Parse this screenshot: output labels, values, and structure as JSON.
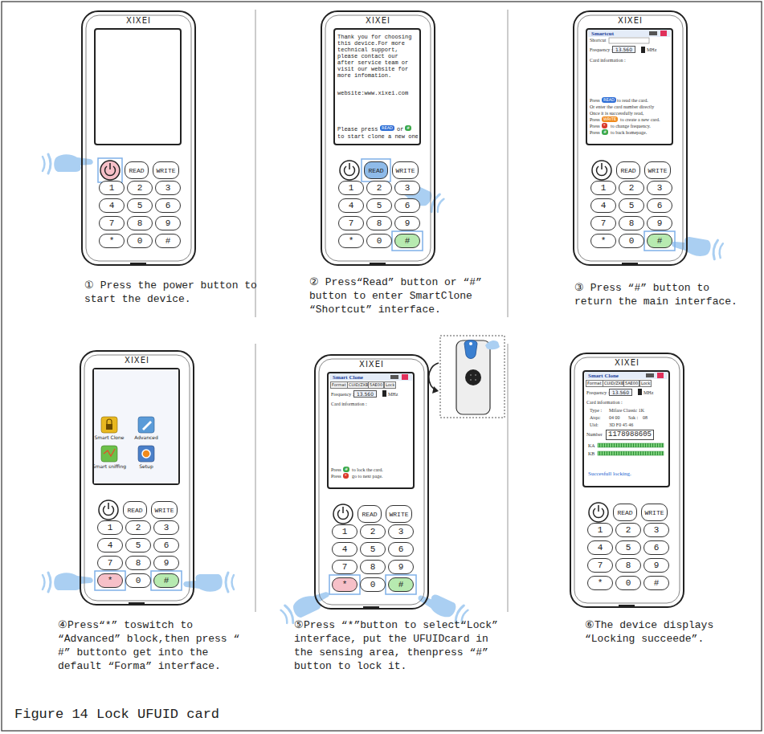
{
  "diagram": {
    "caption": "Figure 14 Lock UFUID card",
    "nodes": [
      {
        "text": [
          "XIXEI"
        ]
      },
      {
        "text": [
          "READ"
        ],
        "in": 0
      },
      {
        "text": [
          "WRITE"
        ],
        "in": 0
      },
      {
        "text": [
          "1"
        ],
        "in": 0
      },
      {
        "text": [
          "2"
        ],
        "in": 0
      },
      {
        "text": [
          "3"
        ],
        "in": 0
      },
      {
        "text": [
          "4"
        ],
        "in": 0
      },
      {
        "text": [
          "5"
        ],
        "in": 0
      },
      {
        "text": [
          "6"
        ],
        "in": 0
      },
      {
        "text": [
          "7"
        ],
        "in": 0
      },
      {
        "text": [
          "8"
        ],
        "in": 0
      },
      {
        "text": [
          "9"
        ],
        "in": 0
      },
      {
        "text": [
          "*"
        ],
        "in": 0
      },
      {
        "text": [
          "0"
        ],
        "in": 0
      },
      {
        "text": [
          "#"
        ],
        "in": 0
      },
      {
        "text": [
          "XIXEI"
        ]
      },
      {
        "text": [
          "READ"
        ],
        "in": 15
      },
      {
        "text": [
          "WRITE"
        ],
        "in": 15
      },
      {
        "text": [
          "1"
        ],
        "in": 15
      },
      {
        "text": [
          "2"
        ],
        "in": 15
      },
      {
        "text": [
          "3"
        ],
        "in": 15
      },
      {
        "text": [
          "4"
        ],
        "in": 15
      },
      {
        "text": [
          "5"
        ],
        "in": 15
      },
      {
        "text": [
          "6"
        ],
        "in": 15
      },
      {
        "text": [
          "7"
        ],
        "in": 15
      },
      {
        "text": [
          "8"
        ],
        "in": 15
      },
      {
        "text": [
          "9"
        ],
        "in": 15
      },
      {
        "text": [
          "*"
        ],
        "in": 15
      },
      {
        "text": [
          "0"
        ],
        "in": 15
      },
      {
        "text": [
          "#"
        ],
        "in": 15
      },
      {
        "text": [
          "XIXEI"
        ]
      },
      {
        "text": [
          "READ"
        ],
        "in": 30
      },
      {
        "text": [
          "WRITE"
        ],
        "in": 30
      },
      {
        "text": [
          "1"
        ],
        "in": 30
      },
      {
        "text": [
          "2"
        ],
        "in": 30
      },
      {
        "text": [
          "3"
        ],
        "in": 30
      },
      {
        "text": [
          "4"
        ],
        "in": 30
      },
      {
        "text": [
          "5"
        ],
        "in": 30
      },
      {
        "text": [
          "6"
        ],
        "in": 30
      },
      {
        "text": [
          "7"
        ],
        "in": 30
      },
      {
        "text": [
          "8"
        ],
        "in": 30
      },
      {
        "text": [
          "9"
        ],
        "in": 30
      },
      {
        "text": [
          "*"
        ],
        "in": 30
      },
      {
        "text": [
          "0"
        ],
        "in": 30
      },
      {
        "text": [
          "#"
        ],
        "in": 30
      },
      {
        "text": [
          "XIXEI"
        ]
      },
      {
        "text": [
          "READ"
        ],
        "in": 45
      },
      {
        "text": [
          "WRITE"
        ],
        "in": 45
      },
      {
        "text": [
          "1"
        ],
        "in": 45
      },
      {
        "text": [
          "2"
        ],
        "in": 45
      },
      {
        "text": [
          "3"
        ],
        "in": 45
      },
      {
        "text": [
          "4"
        ],
        "in": 45
      },
      {
        "text": [
          "5"
        ],
        "in": 45
      },
      {
        "text": [
          "6"
        ],
        "in": 45
      },
      {
        "text": [
          "7"
        ],
        "in": 45
      },
      {
        "text": [
          "8"
        ],
        "in": 45
      },
      {
        "text": [
          "9"
        ],
        "in": 45
      },
      {
        "text": [
          "*"
        ],
        "in": 45
      },
      {
        "text": [
          "0"
        ],
        "in": 45
      },
      {
        "text": [
          "#"
        ],
        "in": 45
      },
      {
        "text": [
          "XIXEI"
        ]
      },
      {
        "text": [
          "READ"
        ],
        "in": 60
      },
      {
        "text": [
          "WRITE"
        ],
        "in": 60
      },
      {
        "text": [
          "1"
        ],
        "in": 60
      },
      {
        "text": [
          "2"
        ],
        "in": 60
      },
      {
        "text": [
          "3"
        ],
        "in": 60
      },
      {
        "text": [
          "4"
        ],
        "in": 60
      },
      {
        "text": [
          "5"
        ],
        "in": 60
      },
      {
        "text": [
          "6"
        ],
        "in": 60
      },
      {
        "text": [
          "7"
        ],
        "in": 60
      },
      {
        "text": [
          "8"
        ],
        "in": 60
      },
      {
        "text": [
          "9"
        ],
        "in": 60
      },
      {
        "text": [
          "*"
        ],
        "in": 60
      },
      {
        "text": [
          "0"
        ],
        "in": 60
      },
      {
        "text": [
          "#"
        ],
        "in": 60
      },
      {
        "text": [
          "XIXEI"
        ]
      },
      {
        "text": [
          "READ"
        ],
        "in": 75
      },
      {
        "text": [
          "WRITE"
        ],
        "in": 75
      },
      {
        "text": [
          "1"
        ],
        "in": 75
      },
      {
        "text": [
          "2"
        ],
        "in": 75
      },
      {
        "text": [
          "3"
        ],
        "in": 75
      },
      {
        "text": [
          "4"
        ],
        "in": 75
      },
      {
        "text": [
          "5"
        ],
        "in": 75
      },
      {
        "text": [
          "6"
        ],
        "in": 75
      },
      {
        "text": [
          "7"
        ],
        "in": 75
      },
      {
        "text": [
          "8"
        ],
        "in": 75
      },
      {
        "text": [
          "9"
        ],
        "in": 75
      },
      {
        "text": [
          "*"
        ],
        "in": 75
      },
      {
        "text": [
          "0"
        ],
        "in": 75
      },
      {
        "text": [
          "#"
        ],
        "in": 75
      }
    ],
    "labels": [
      "① Press the power button to start the device.",
      "Thank you for choosing this device.For more technical support, please contact our after service team or visit our website for more infomation.",
      "website:www.xixei.com",
      "Please press",
      "READ",
      "or",
      "#",
      "to start clone a new one",
      "② Press“Read” button or “#” button to enter SmartClone “Shortcut” interface.",
      "Smartcut",
      "Shortcut",
      "Frequency :",
      "13.560",
      "MHz",
      "Card information :",
      "Press",
      "READ",
      "to read the card.",
      "Or enter the card number directly",
      "Once it is successfully read,",
      "Press",
      "WRITE",
      "to create a new card.",
      "Press",
      "*",
      "to change frequency.",
      "Press",
      "#",
      "to back homepage.",
      "③ Press “#” button to return the main interface.",
      "Smart Clone",
      "Advanced",
      "Smart sniffing",
      "Setup",
      "④Press“*” toswitch to “Advanced” block,then press “ #” buttonto get into the default “Forma” interface.",
      "Smart Clone",
      "Format",
      "CUID/ZXB",
      "5AE00",
      "Lock",
      "Frequency :",
      "13.560",
      "MHz",
      "Card information :",
      "Press",
      "#",
      "to lock the card.",
      "Press",
      "*",
      "go to next page.",
      "⑤Press “*”button to select“Lock” interface, put the UFUIDcard in the sensing area, thenpress “#” button to lock it.",
      "Smart Clone",
      "Format",
      "CUID/ZXB",
      "5AE00",
      "Lock",
      "Frequency :",
      "13.560",
      "MHz",
      "Card information :",
      "Type :",
      "Mifare Classic 1K",
      "Atqa:",
      "04 00",
      "Sak :",
      "08",
      "Uid:",
      "3D F0 45 46",
      "Number",
      "1178988605",
      "KA",
      "KB",
      "Succesfull locking.",
      "⑥The device displays “Locking succeede”."
    ]
  }
}
